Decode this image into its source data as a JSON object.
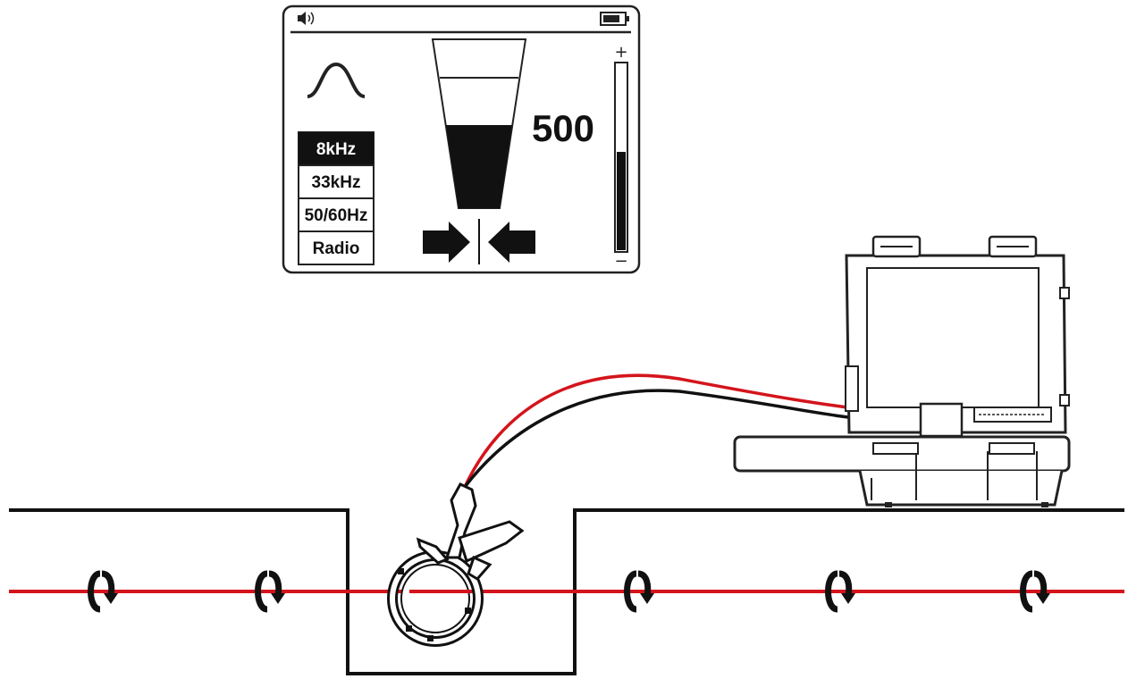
{
  "display": {
    "signal_reading": "500",
    "frequencies": [
      {
        "label": "8kHz",
        "selected": true
      },
      {
        "label": "33kHz",
        "selected": false
      },
      {
        "label": "50/60Hz",
        "selected": false
      },
      {
        "label": "Radio",
        "selected": false
      }
    ],
    "gain_scale": {
      "plus": "+",
      "minus": "−"
    },
    "gain_level": 0.53,
    "signal_bar_level": 0.4,
    "icons": [
      "speaker-icon",
      "battery-icon",
      "peak-mode-icon",
      "left-right-guidance-arrows-icon"
    ]
  },
  "colors": {
    "cable": "#d4141c",
    "ink": "#111111",
    "screen_bg": "#ffffff"
  }
}
